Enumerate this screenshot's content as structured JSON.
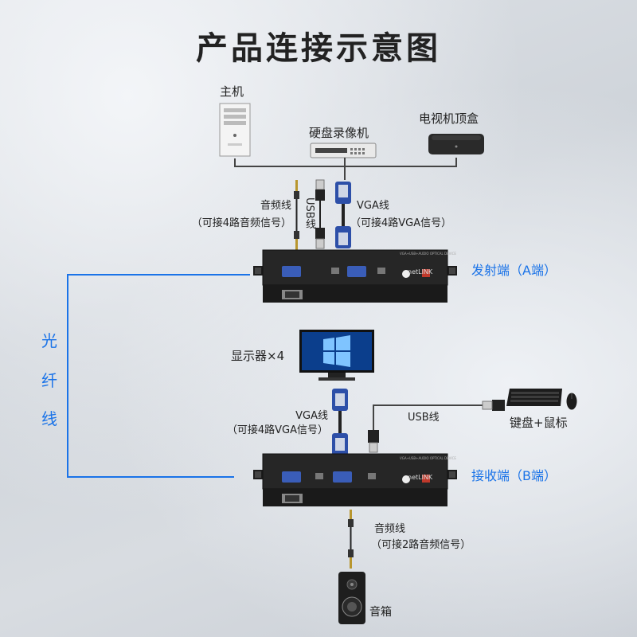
{
  "title": "产品连接示意图",
  "devices": {
    "host": "主机",
    "dvr": "硬盘录像机",
    "settop": "电视机顶盒",
    "monitor": "显示器×4",
    "keyboard_mouse": "键盘+鼠标",
    "speaker": "音箱"
  },
  "cables": {
    "audio_top": "音频线",
    "audio_top_note": "（可接4路音频信号）",
    "usb_top": "USB线",
    "vga_top": "VGA线",
    "vga_top_note": "（可接4路VGA信号）",
    "vga_bottom": "VGA线",
    "vga_bottom_note": "（可接4路VGA信号）",
    "usb_bottom": "USB线",
    "audio_bottom": "音频线",
    "audio_bottom_note": "（可接2路音频信号）"
  },
  "ends": {
    "transmitter": "发射端（A端）",
    "receiver": "接收端（B端）"
  },
  "fiber": [
    "光",
    "纤",
    "线"
  ],
  "unit": {
    "brand": "netLINK",
    "model_text": "VGA+USB+AUDIO OPTICAL DEVICE"
  }
}
